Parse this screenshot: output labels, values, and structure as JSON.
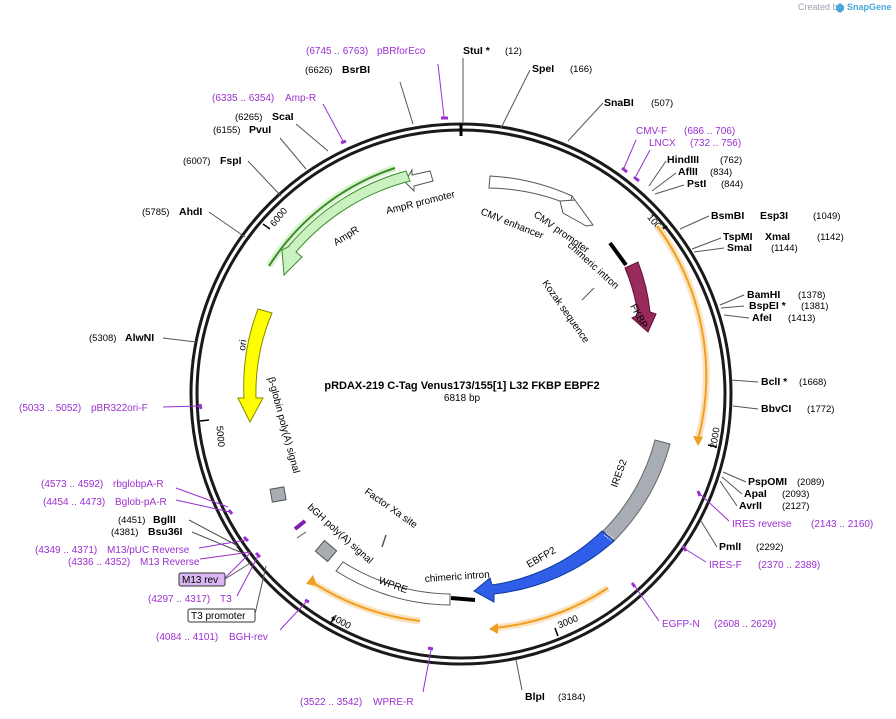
{
  "credit": {
    "created_by": "Created by",
    "brand": "SnapGene"
  },
  "plasmid": {
    "name": "pRDAX-219    C-Tag Venus173/155[1] L32 FKBP EBPF2",
    "length": "6818 bp"
  },
  "ticks": [
    "1000",
    "2000",
    "3000",
    "4000",
    "5000",
    "6000"
  ],
  "sites": [
    {
      "name": "StuI *",
      "pos": "(12)"
    },
    {
      "name": "SpeI",
      "pos": "(166)"
    },
    {
      "name": "SnaBI",
      "pos": "(507)"
    },
    {
      "name": "HindIII",
      "pos": "(762)"
    },
    {
      "name": "AflII",
      "pos": "(834)"
    },
    {
      "name": "PstI",
      "pos": "(844)"
    },
    {
      "name": "BsmBI",
      "name2": "Esp3I",
      "pos": "(1049)"
    },
    {
      "name": "TspMI",
      "name2": "XmaI",
      "pos": "(1142)"
    },
    {
      "name": "SmaI",
      "pos": "(1144)"
    },
    {
      "name": "BamHI",
      "pos": "(1378)"
    },
    {
      "name": "BspEI *",
      "pos": "(1381)"
    },
    {
      "name": "AfeI",
      "pos": "(1413)"
    },
    {
      "name": "BclI *",
      "pos": "(1668)"
    },
    {
      "name": "BbvCI",
      "pos": "(1772)"
    },
    {
      "name": "PspOMI",
      "pos": "(2089)"
    },
    {
      "name": "ApaI",
      "pos": "(2093)"
    },
    {
      "name": "AvrII",
      "pos": "(2127)"
    },
    {
      "name": "PmlI",
      "pos": "(2292)"
    },
    {
      "name": "BlpI",
      "pos": "(3184)"
    },
    {
      "name": "BsrBI",
      "pos": "(6626)"
    },
    {
      "name": "ScaI",
      "pos": "(6265)"
    },
    {
      "name": "PvuI",
      "pos": "(6155)"
    },
    {
      "name": "FspI",
      "pos": "(6007)"
    },
    {
      "name": "AhdI",
      "pos": "(5785)"
    },
    {
      "name": "AlwNI",
      "pos": "(5308)"
    },
    {
      "name": "BglII",
      "pos": "(4451)"
    },
    {
      "name": "Bsu36I",
      "pos": "(4381)"
    }
  ],
  "primers": [
    {
      "range": "(6745 .. 6763)",
      "name": "pBRforEco"
    },
    {
      "range": "(6335 .. 6354)",
      "name": "Amp-R"
    },
    {
      "name": "CMV-F",
      "range": "(686 .. 706)"
    },
    {
      "name": "LNCX",
      "range": "(732 .. 756)"
    },
    {
      "name": "IRES reverse",
      "range": "(2143 .. 2160)"
    },
    {
      "name": "IRES-F",
      "range": "(2370 .. 2389)"
    },
    {
      "name": "EGFP-N",
      "range": "(2608 .. 2629)"
    },
    {
      "range": "(3522 .. 3542)",
      "name": "WPRE-R"
    },
    {
      "range": "(4084 .. 4101)",
      "name": "BGH-rev"
    },
    {
      "range": "(4297 .. 4317)",
      "name": "T3"
    },
    {
      "range": "(4336 .. 4352)",
      "name": "M13 Reverse"
    },
    {
      "range": "(4349 .. 4371)",
      "name": "M13/pUC Reverse"
    },
    {
      "range": "(4454 .. 4473)",
      "name": "Bglob-pA-R"
    },
    {
      "range": "(4573 .. 4592)",
      "name": "rbglobpA-R"
    },
    {
      "range": "(5033 .. 5052)",
      "name": "pBR322ori-F"
    }
  ],
  "boxed": {
    "m13rev": "M13 rev",
    "t3prom": "T3 promoter"
  },
  "features": {
    "ampr_promoter": "AmpR promoter",
    "ampr": "AmpR",
    "cmv_enhancer": "CMV enhancer",
    "cmv_promoter": "CMV promoter",
    "chimeric_intron_top": "chimeric intron",
    "kozak": "Kozak sequence",
    "fkbp": "FKBP",
    "ori": "ori",
    "bglobin": "β-globin poly(A) signal",
    "ires2": "IRES2",
    "factor_xa": "Factor Xa site",
    "bgh": "bGH poly(A) signal",
    "wpre": "WPRE",
    "chimeric_intron_bottom": "chimeric intron",
    "ebfp2": "EBFP2"
  },
  "colors": {
    "backbone": "#1a1a1a",
    "primer": "#9b2fcf",
    "ampr": "#c9f2c0",
    "ampr_edge": "#3d8a2a",
    "ori": "#ffff00",
    "fkbp": "#992a5c",
    "ires2": "#a8adb3",
    "ebfp2": "#2f5fe8",
    "venus_track": "#f0a020",
    "highlight": "#fbe3c0",
    "m13_box": "#d9b7f2"
  }
}
